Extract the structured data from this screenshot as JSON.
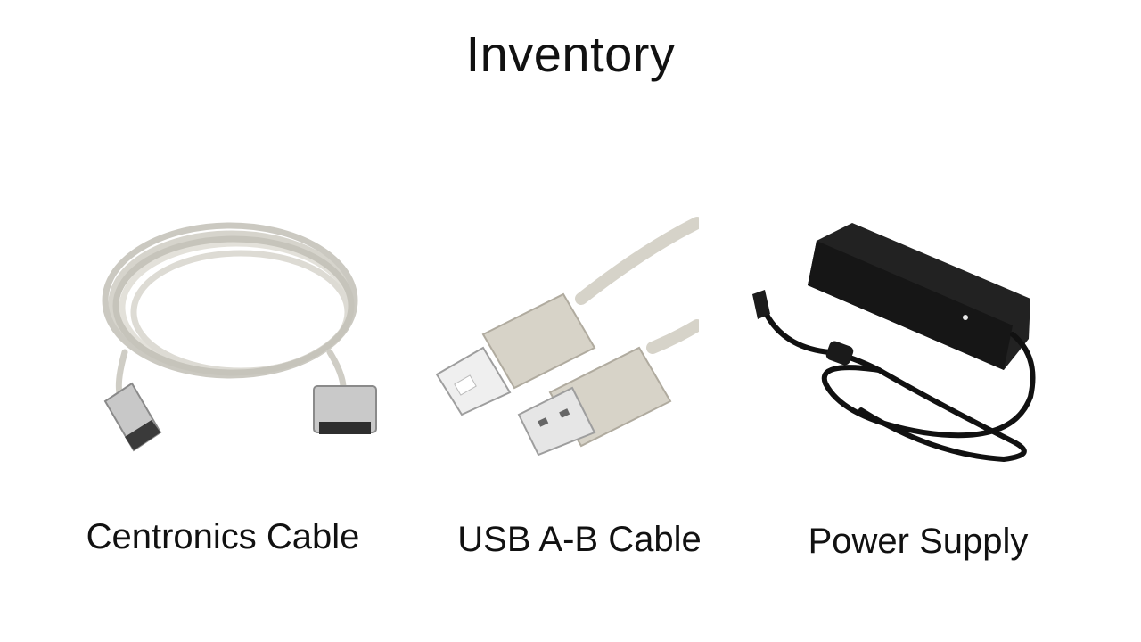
{
  "slide": {
    "title": "Inventory",
    "items": [
      {
        "label": "Centronics Cable",
        "icon": "centronics-cable-icon"
      },
      {
        "label": "USB A-B Cable",
        "icon": "usb-cable-icon"
      },
      {
        "label": "Power Supply",
        "icon": "power-supply-icon"
      }
    ]
  },
  "colors": {
    "background": "#ffffff",
    "text": "#111111",
    "cable_gray": "#d9d7d0",
    "connector_metal": "#bfbfbf",
    "adapter_black": "#1f1f1f"
  }
}
